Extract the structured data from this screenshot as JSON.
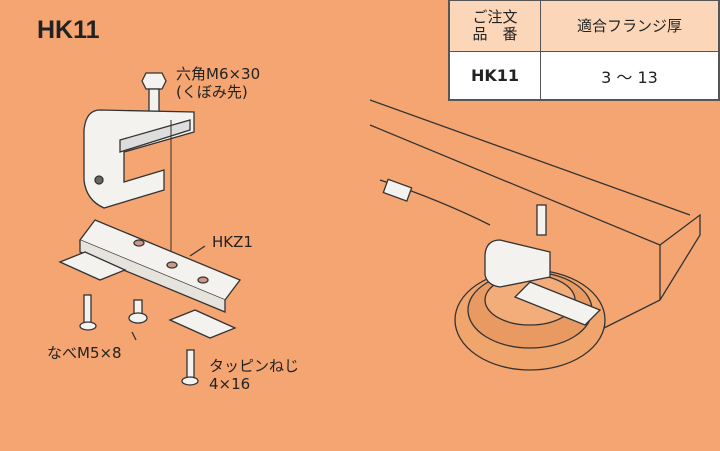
{
  "title": "HK11",
  "table": {
    "headers": [
      "ご注文\n品　番",
      "適合フランジ厚"
    ],
    "header_line1": "ご注文",
    "header_line2": "品　番",
    "header_col2": "適合フランジ厚",
    "rows": [
      {
        "part": "HK11",
        "flange": "3 ～ 13"
      }
    ]
  },
  "labels": {
    "hex_bolt_1": "六角M6×30",
    "hex_bolt_2": "(くぼみ先)",
    "bracket": "HKZ1",
    "pan_screw": "なべM5×8",
    "tapping_screw_1": "タッピンねじ",
    "tapping_screw_2": "4×16"
  },
  "colors": {
    "background": "#f5a572",
    "table_header": "#fbd6b8"
  }
}
